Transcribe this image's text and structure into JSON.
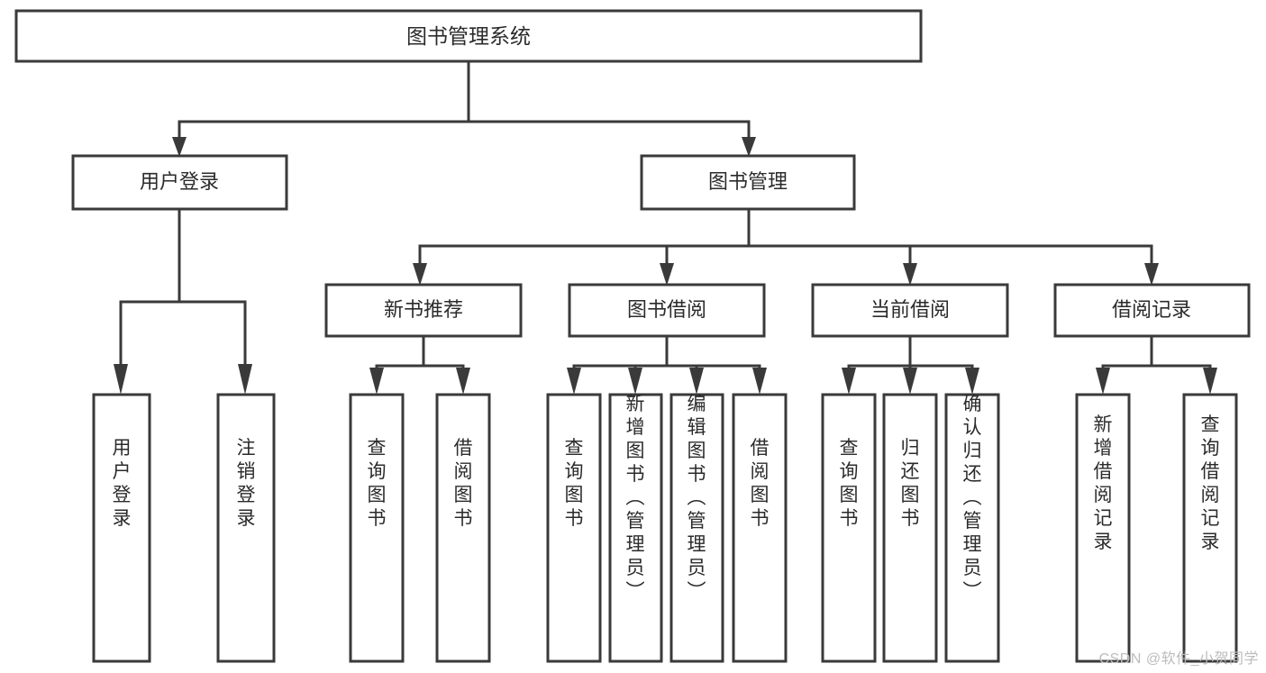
{
  "diagram": {
    "title": "图书管理系统",
    "type": "tree-hierarchy-diagram",
    "colors": {
      "stroke": "#3a3a3a",
      "fill": "#ffffff",
      "text": "#2b2b2b",
      "background": "#ffffff",
      "watermark": "#bcbcbc"
    },
    "root": {
      "label": "图书管理系统"
    },
    "level2": [
      {
        "label": "用户登录"
      },
      {
        "label": "图书管理"
      }
    ],
    "level3": [
      {
        "label": "新书推荐"
      },
      {
        "label": "图书借阅"
      },
      {
        "label": "当前借阅"
      },
      {
        "label": "借阅记录"
      }
    ],
    "leaves": {
      "user_login": [
        {
          "label": "用户登录"
        },
        {
          "label": "注销登录"
        }
      ],
      "new_book_recommend": [
        {
          "label": "查询图书"
        },
        {
          "label": "借阅图书"
        }
      ],
      "book_borrow": [
        {
          "label": "查询图书"
        },
        {
          "label": "新增图书（管理员）"
        },
        {
          "label": "编辑图书（管理员）"
        },
        {
          "label": "借阅图书"
        }
      ],
      "current_borrow": [
        {
          "label": "查询图书"
        },
        {
          "label": "归还图书"
        },
        {
          "label": "确认归还（管理员）"
        }
      ],
      "borrow_record": [
        {
          "label": "新增借阅记录"
        },
        {
          "label": "查询借阅记录"
        }
      ]
    }
  },
  "watermark": {
    "text": "CSDN @软件_小贺同学"
  }
}
